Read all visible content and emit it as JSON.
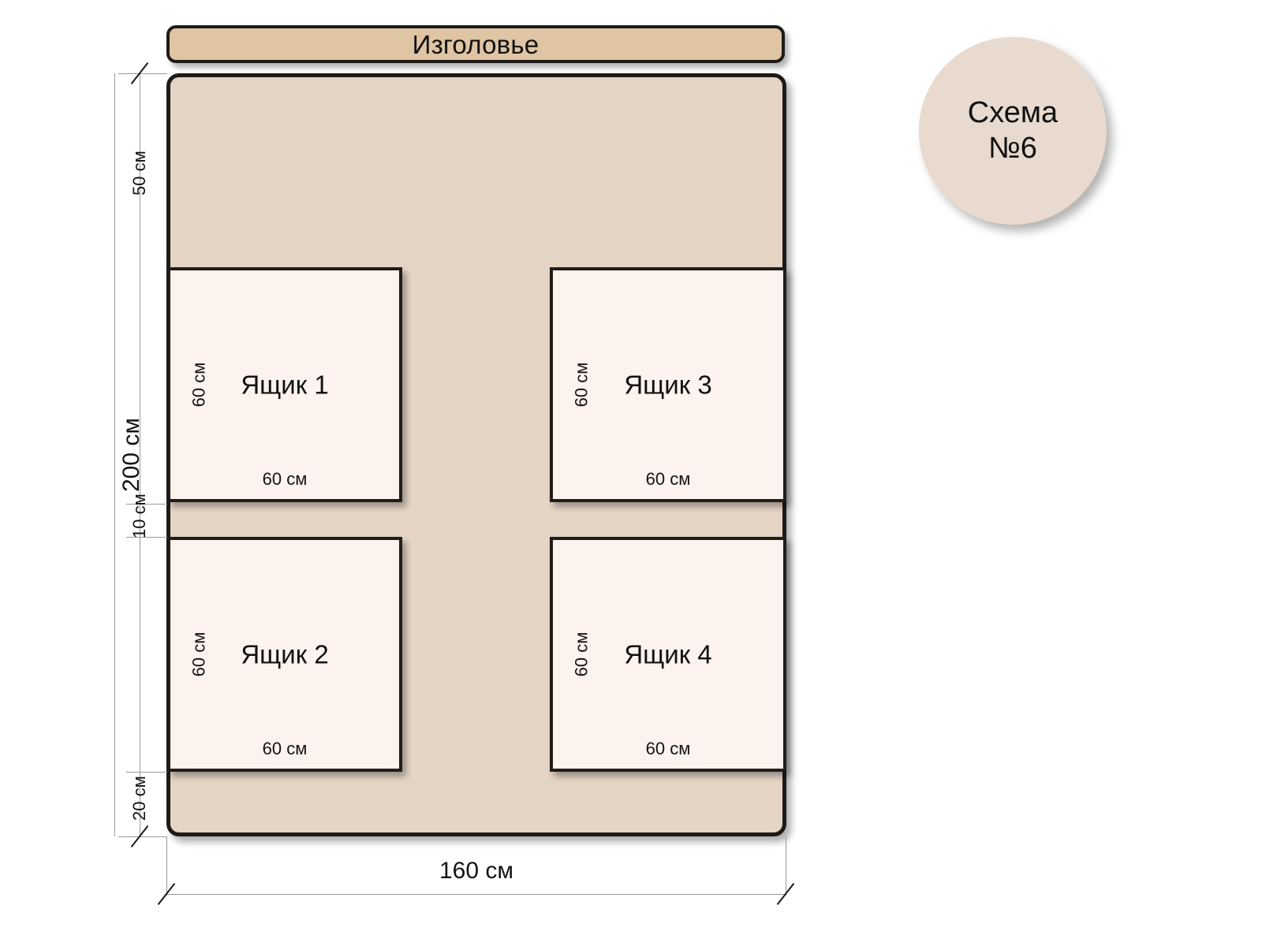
{
  "diagram": {
    "title": "Схема №6",
    "badge": {
      "line1": "Схема",
      "line2": "№6"
    },
    "headboard": {
      "label": "Изголовье"
    },
    "bed": {
      "total_width": "160 см",
      "total_height": "200 см"
    },
    "dimensions": {
      "top_gap": "50 см",
      "middle_gap": "10 см",
      "bottom_gap": "20 см",
      "overall_height": "200 см",
      "overall_width": "160 см"
    },
    "drawers": [
      {
        "id": "drawer-1",
        "label": "Ящик 1",
        "width": "60 см",
        "height": "60 см"
      },
      {
        "id": "drawer-2",
        "label": "Ящик 2",
        "width": "60 см",
        "height": "60 см"
      },
      {
        "id": "drawer-3",
        "label": "Ящик 3",
        "width": "60 см",
        "height": "60 см"
      },
      {
        "id": "drawer-4",
        "label": "Ящик 4",
        "width": "60 см",
        "height": "60 см"
      }
    ],
    "colors": {
      "bed_fill": "#e5d5c5",
      "headboard_fill": "#dfc5a4",
      "drawer_fill": "#fcf2ee",
      "badge_fill": "#e8dace",
      "outline": "#1d1a17",
      "dimension_line": "#9a9a9a",
      "background": "#ffffff"
    }
  }
}
